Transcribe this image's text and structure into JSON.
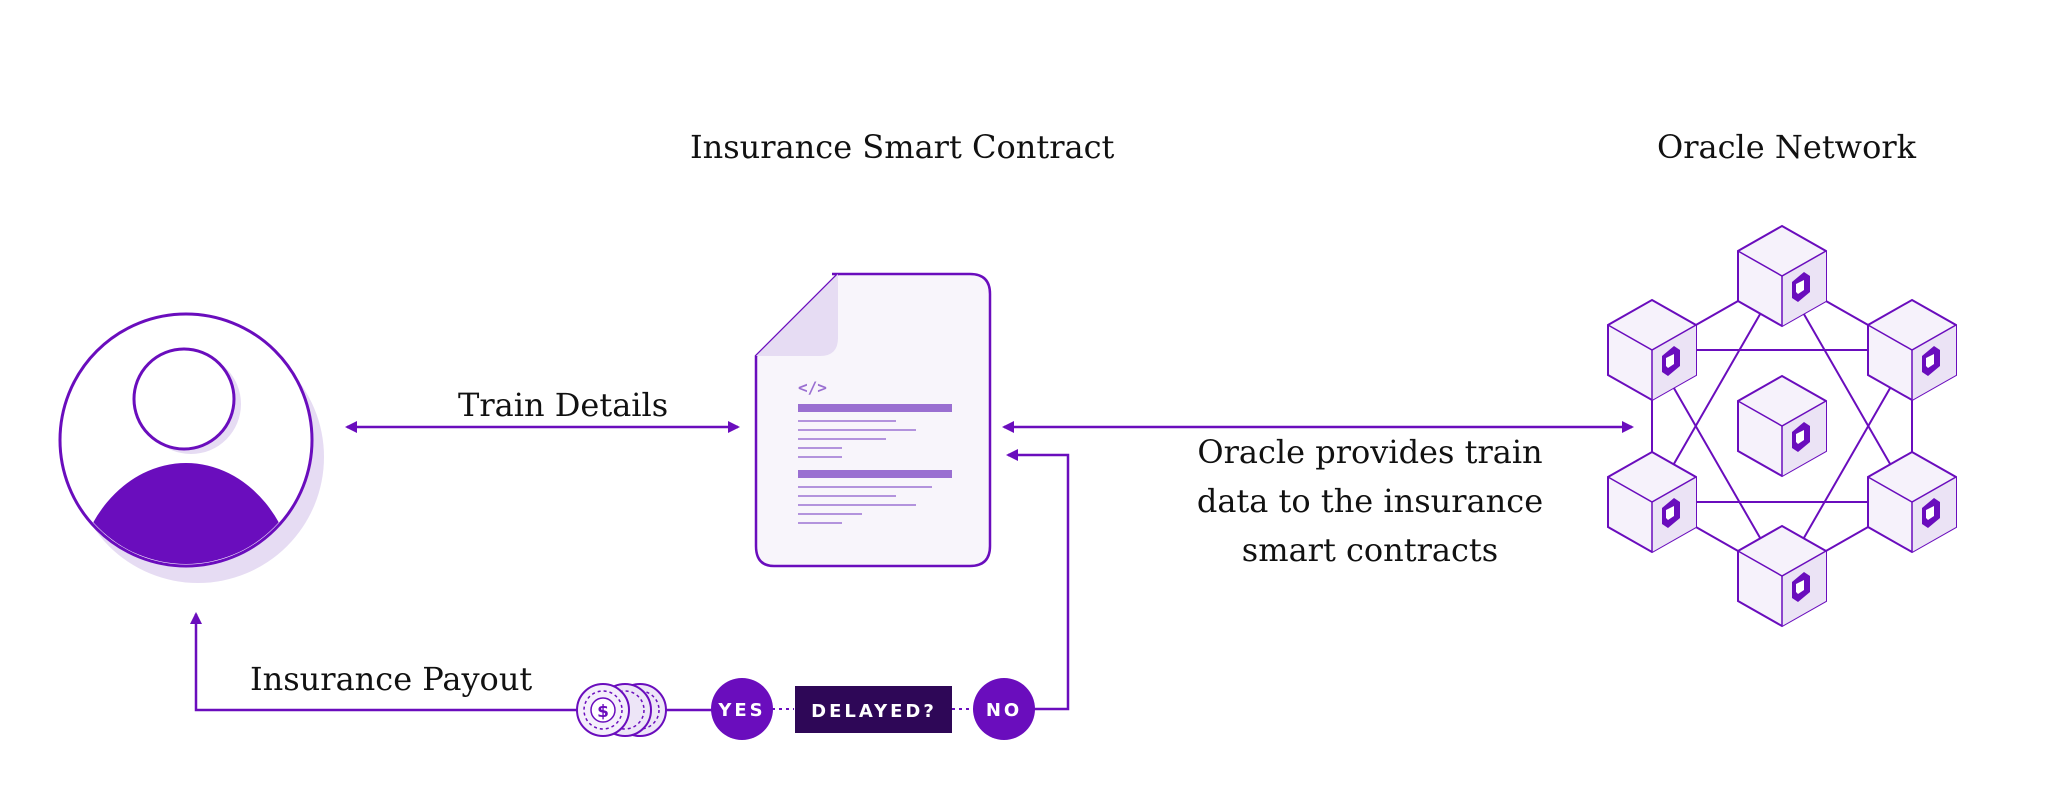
{
  "titles": {
    "contract": "Insurance Smart Contract",
    "oracle": "Oracle Network"
  },
  "edges": {
    "train_details": "Train Details",
    "insurance_payout": "Insurance Payout",
    "oracle_description": "Oracle provides train data to the insurance smart contracts"
  },
  "decision": {
    "yes": "YES",
    "question": "DELAYED?",
    "no": "NO"
  },
  "icons": {
    "user": "user-icon",
    "contract": "document-code-icon",
    "coins": "coin-stack-icon",
    "oracle_node": "cube-node-icon"
  },
  "colors": {
    "accent": "#6a0dbd",
    "accent_light": "#e6dcf3",
    "decision_box": "#2e0757",
    "text": "#111111"
  }
}
